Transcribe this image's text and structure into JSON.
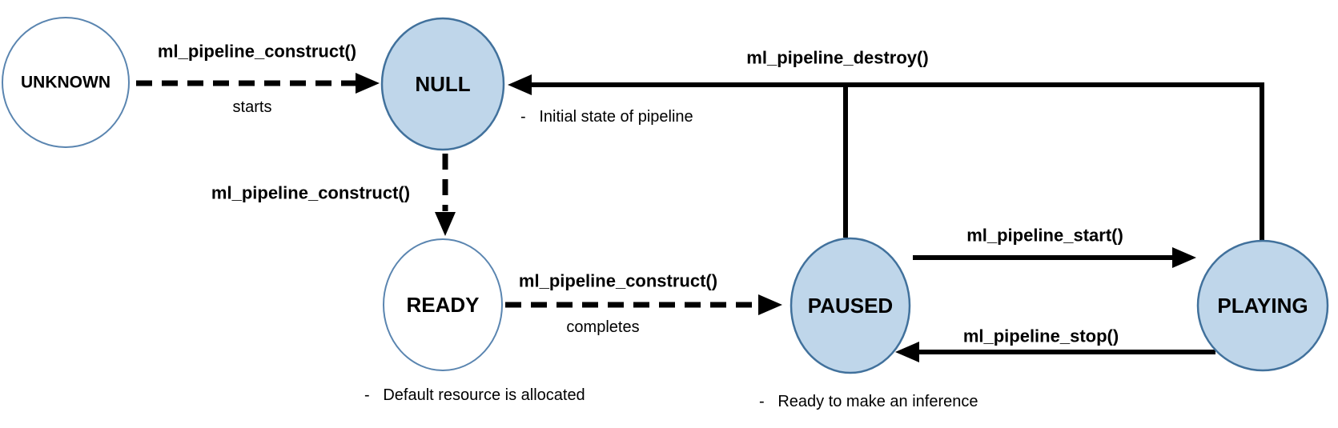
{
  "colors": {
    "node-fill": "#bfd6ea",
    "node-stroke": "#41719c",
    "node-plain-fill": "#ffffff",
    "node-plain-stroke": "#5a85b0",
    "line-color": "#000000",
    "text-color": "#000000"
  },
  "nodes": {
    "unknown": {
      "label": "UNKNOWN"
    },
    "null": {
      "label": "NULL",
      "description": "-   Initial state of pipeline"
    },
    "ready": {
      "label": "READY",
      "description": "-   Default resource is allocated"
    },
    "paused": {
      "label": "PAUSED",
      "description": "-   Ready to make an inference"
    },
    "playing": {
      "label": "PLAYING"
    }
  },
  "edges": {
    "unknown_to_null": {
      "label": "ml_pipeline_construct()",
      "sublabel": "starts",
      "style": "dashed-arrow"
    },
    "null_to_ready": {
      "label": "ml_pipeline_construct()",
      "style": "dashed-arrow"
    },
    "ready_to_paused": {
      "label": "ml_pipeline_construct()",
      "sublabel": "completes",
      "style": "dashed-arrow"
    },
    "paused_to_playing": {
      "label": "ml_pipeline_start()",
      "style": "solid-arrow"
    },
    "playing_to_paused": {
      "label": "ml_pipeline_stop()",
      "style": "solid-arrow"
    },
    "destroy_to_null": {
      "label": "ml_pipeline_destroy()",
      "style": "solid-arrow"
    }
  }
}
